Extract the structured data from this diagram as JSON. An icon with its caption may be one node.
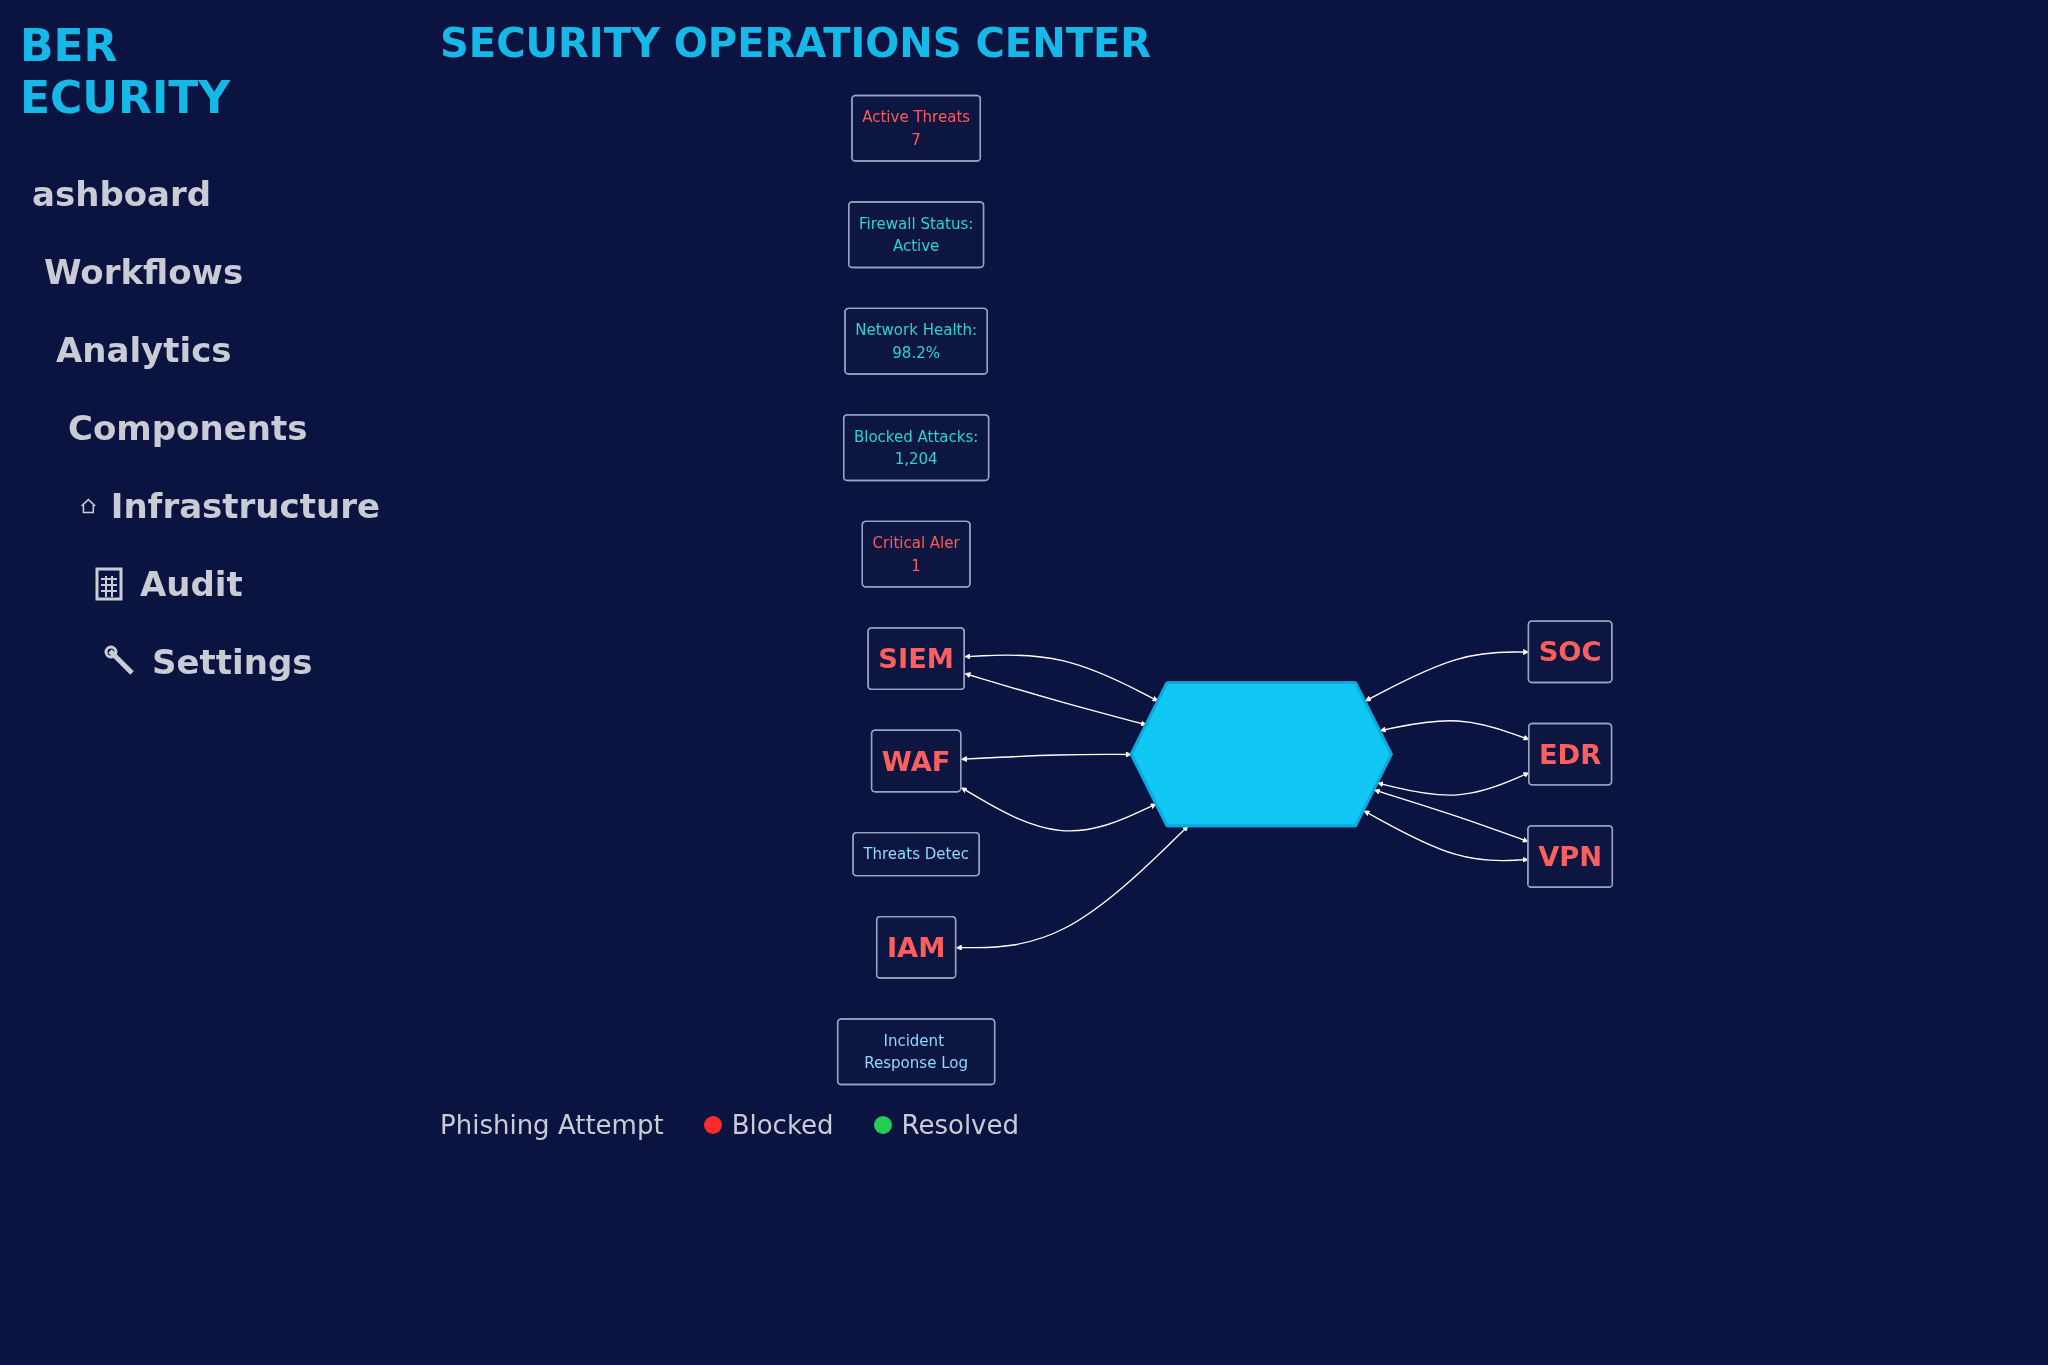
{
  "diagram": {
    "title": "SECURITY OPERATIONS CENTER",
    "nodes": [
      {
        "text": [
          "Active Threats",
          "7"
        ]
      },
      {
        "text": [
          "Firewall Status:",
          "Active"
        ]
      },
      {
        "text": [
          "Network Health:",
          "98.2%"
        ]
      },
      {
        "text": [
          "Blocked Attacks:",
          "1,204"
        ]
      },
      {
        "text": [
          "Critical Aler",
          "1"
        ]
      },
      {
        "text": [
          "SIEM"
        ]
      },
      {
        "text": [
          "WAF"
        ]
      },
      {
        "text": [
          "Threats Detec"
        ]
      },
      {
        "text": [],
        "shape": "shield"
      },
      {
        "text": [
          "SOC"
        ]
      },
      {
        "text": [
          "IAM"
        ]
      },
      {
        "text": [
          "EDR"
        ]
      },
      {
        "text": [
          "VPN"
        ]
      },
      {
        "text": [
          "Incident Response Log"
        ]
      }
    ],
    "edges": [
      {
        "from": 5,
        "to": 8,
        "arrow": "both"
      },
      {
        "from": 5,
        "to": 8,
        "arrow": "both"
      },
      {
        "from": 6,
        "to": 8,
        "arrow": "both"
      },
      {
        "from": 6,
        "to": 8,
        "arrow": "both"
      },
      {
        "from": 10,
        "to": 8,
        "arrow": "both"
      },
      {
        "from": 8,
        "to": 9,
        "arrow": "both"
      },
      {
        "from": 8,
        "to": 11,
        "arrow": "both"
      },
      {
        "from": 8,
        "to": 11,
        "arrow": "both"
      },
      {
        "from": 8,
        "to": 12,
        "arrow": "both"
      },
      {
        "from": 8,
        "to": 12,
        "arrow": "both"
      }
    ],
    "labels": [
      "BER ECURITY",
      "ashboard",
      "Workflows",
      "Analytics",
      "Components",
      "Infrastructure",
      "Audit",
      "Settings",
      "Phishing Attempt",
      "Blocked",
      "Resolved"
    ]
  }
}
